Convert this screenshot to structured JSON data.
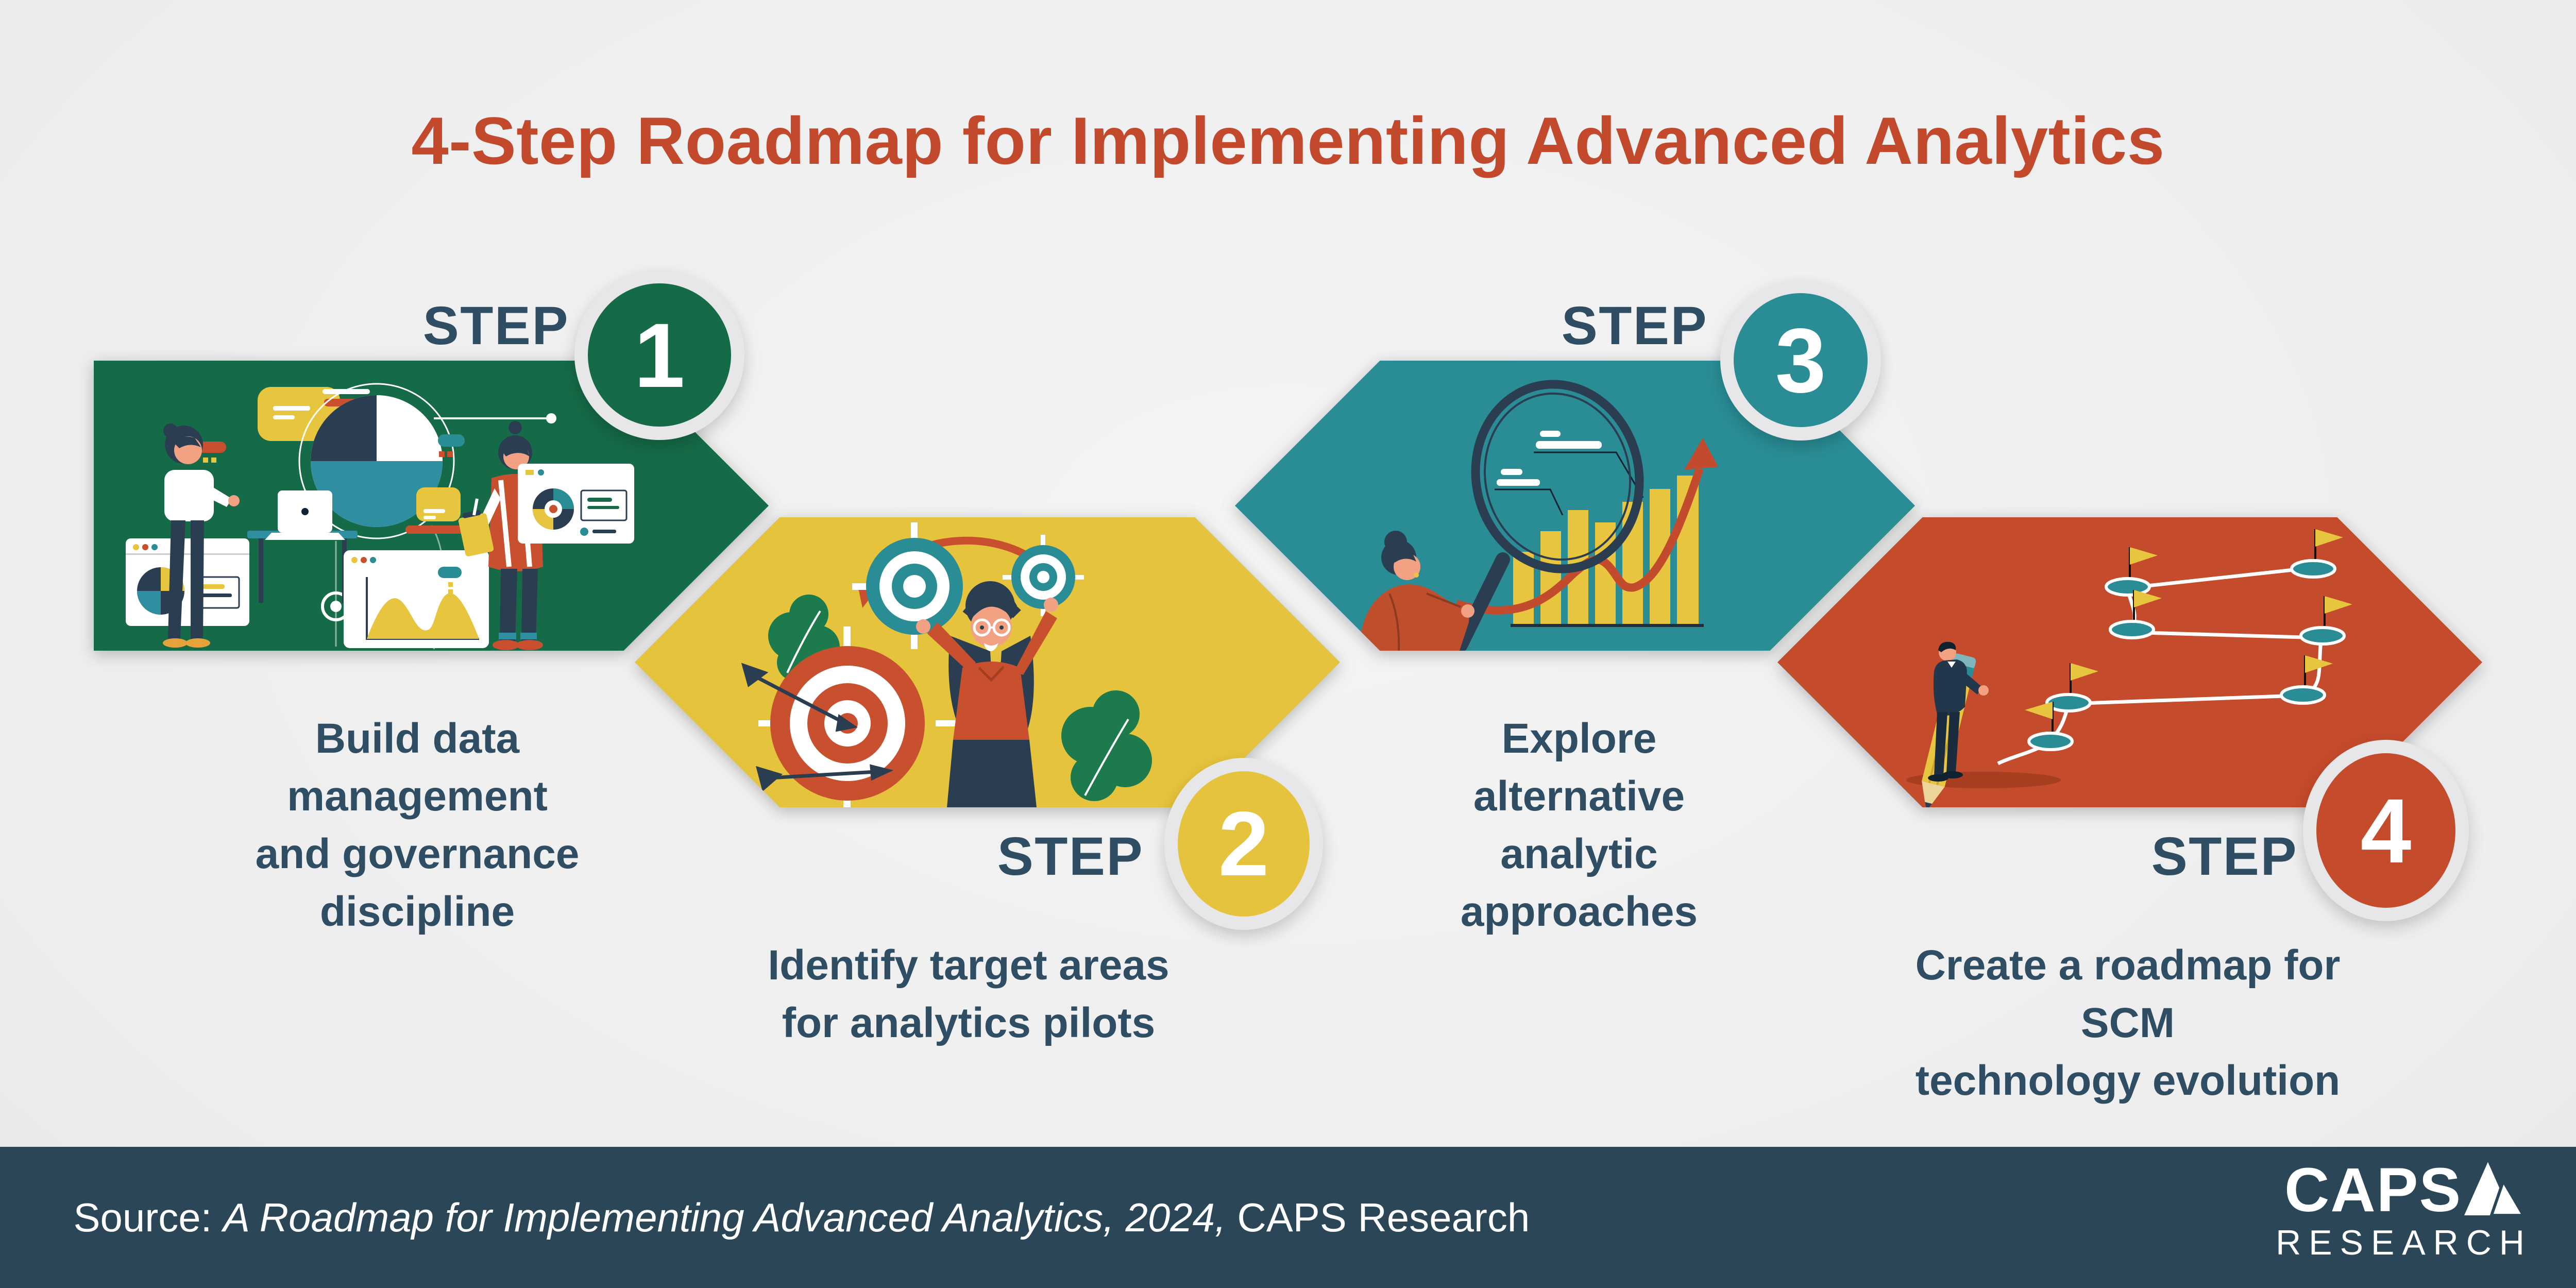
{
  "title": "4-Step Roadmap for Implementing Advanced Analytics",
  "title_color": "#c3492c",
  "steps": [
    {
      "label": "STEP",
      "number": "1",
      "caption": "Build data\nmanagement\nand governance\ndiscipline",
      "arrow_color": "#156B47"
    },
    {
      "label": "STEP",
      "number": "2",
      "caption": "Identify target areas\nfor analytics pilots",
      "arrow_color": "#E5C33C"
    },
    {
      "label": "STEP",
      "number": "3",
      "caption": "Explore\nalternative\nanalytic\napproaches",
      "arrow_color": "#2A8D96"
    },
    {
      "label": "STEP",
      "number": "4",
      "caption": "Create a roadmap for SCM\ntechnology evolution",
      "arrow_color": "#C44B2B"
    }
  ],
  "footer": {
    "bar_color": "#2B4757",
    "source_prefix": "Source: ",
    "source_title": "A Roadmap for Implementing Advanced Analytics, 2024,",
    "source_org": " CAPS Research",
    "logo_top": "CAPS",
    "logo_bottom": "RESEARCH"
  },
  "palette": {
    "text_slate": "#2F4D63",
    "illustration_slate": "#2B3E51",
    "skin": "#F2A183",
    "leaf_green": "#1C7A4D",
    "accent_red": "#C8502E",
    "accent_yellow": "#E8C53E",
    "accent_teal": "#2A8D96",
    "background_light": "#ededee"
  }
}
